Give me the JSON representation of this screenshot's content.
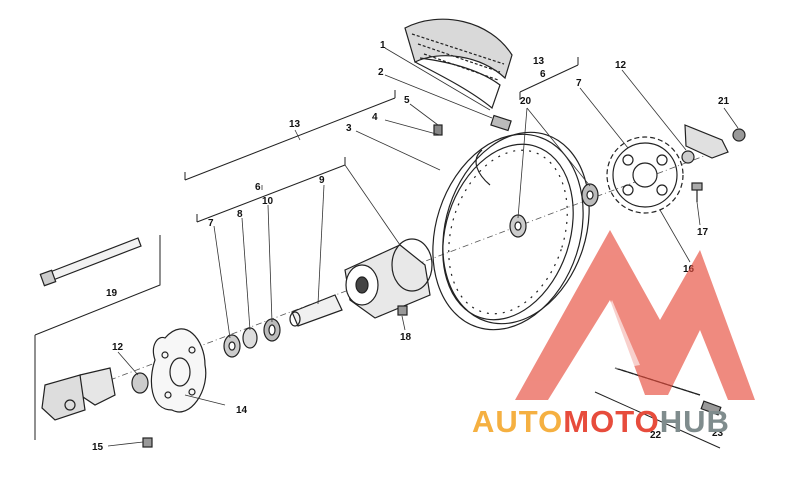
{
  "callouts": {
    "c1": "1",
    "c2": "2",
    "c3": "3",
    "c4": "4",
    "c5": "5",
    "c6a": "6",
    "c6b": "6",
    "c7a": "7",
    "c7b": "7",
    "c8": "8",
    "c9": "9",
    "c10": "10",
    "c12a": "12",
    "c12b": "12",
    "c13a": "13",
    "c13b": "13",
    "c14": "14",
    "c15": "15",
    "c16": "16",
    "c17": "17",
    "c18": "18",
    "c19": "19",
    "c20": "20",
    "c21": "21",
    "c22": "22",
    "c23": "23"
  },
  "watermark": {
    "word_a": "AUTO",
    "word_b": "MOTO",
    "word_c": "HUB",
    "color_a": "#f5b041",
    "color_b": "#e74c3c",
    "color_c": "#7f8c8d",
    "logo_color": "#e74c3c"
  }
}
